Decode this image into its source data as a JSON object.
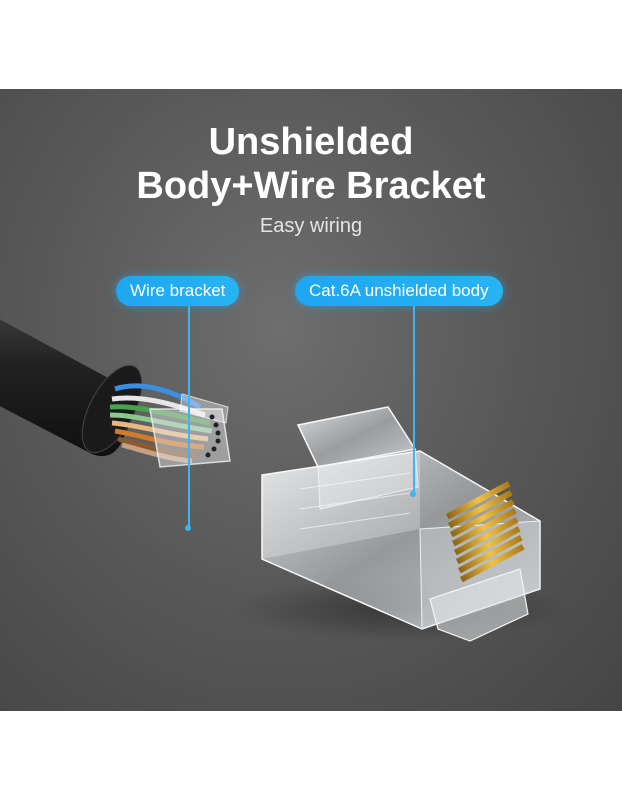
{
  "headline": {
    "line1": "Unshielded",
    "line2": "Body+Wire Bracket"
  },
  "subtitle": "Easy wiring",
  "callouts": {
    "left": "Wire bracket",
    "right": "Cat.6A unshielded body"
  },
  "colors": {
    "accent": "#27b4f3",
    "background": "#5a5a5a",
    "pins": "#d9a531"
  },
  "icons": {
    "cable": "ethernet-cable",
    "connector": "rj45-connector"
  }
}
